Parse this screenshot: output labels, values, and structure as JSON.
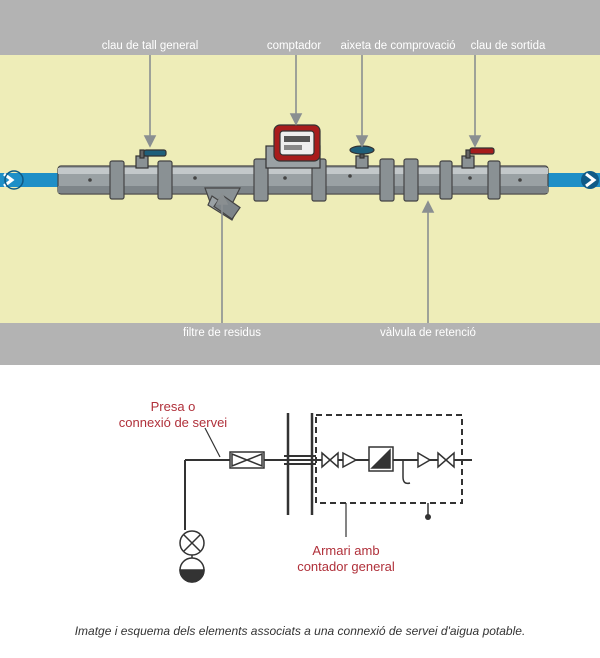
{
  "illustration": {
    "labels_top": [
      "clau de tall general",
      "comptador",
      "aixeta de comprovació",
      "clau de sortida"
    ],
    "labels_bottom": [
      "filtre de residus",
      "vàlvula de retenció"
    ],
    "colors": {
      "band": "#b3b3b3",
      "wall": "#eeedb8",
      "pipe": "#9aa1a4",
      "water": "#1e8fc7",
      "handle": "#a61c1c",
      "label": "#ffffff"
    }
  },
  "schematic": {
    "label_service": [
      "Presa o",
      "connexió de servei"
    ],
    "label_cabinet": [
      "Armari amb",
      "contador general"
    ],
    "colors": {
      "line": "#333333",
      "label": "#b0303a"
    }
  },
  "caption": "Imatge i esquema dels elements associats a una connexió de servei d'aigua potable."
}
